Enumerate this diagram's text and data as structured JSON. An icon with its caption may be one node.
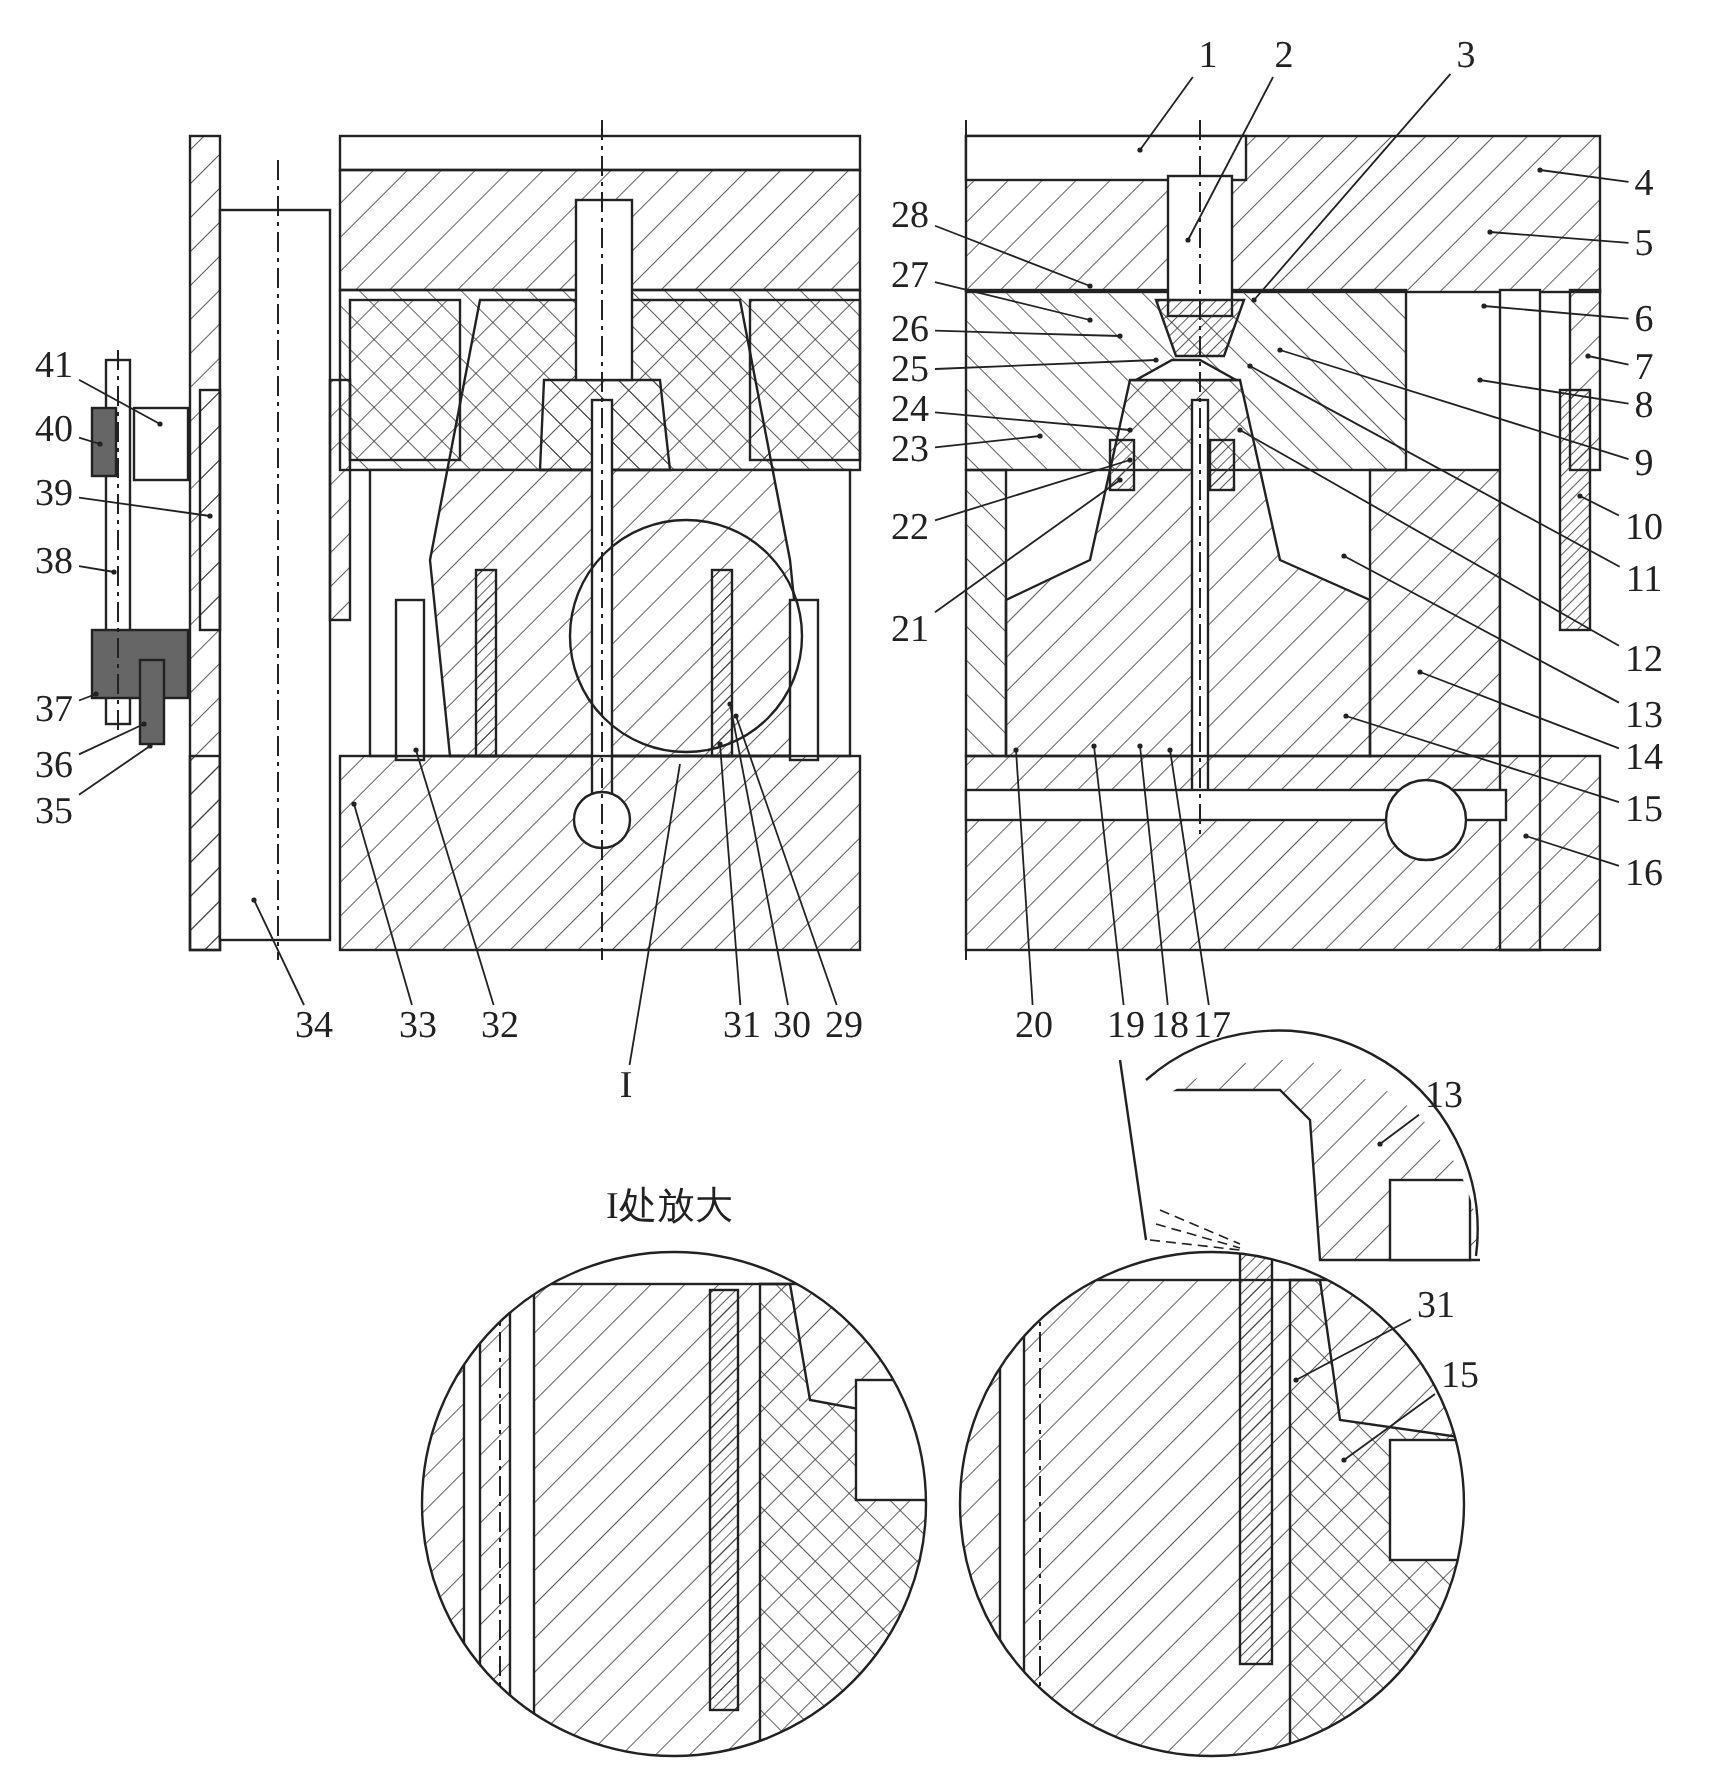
{
  "diagram": {
    "nodes": [
      {
        "text": [
          "1"
        ]
      },
      {
        "text": [
          "2"
        ]
      },
      {
        "text": [
          "3"
        ]
      },
      {
        "text": [
          "4"
        ]
      },
      {
        "text": [
          "5"
        ]
      },
      {
        "text": [
          "6"
        ]
      },
      {
        "text": [
          "7"
        ]
      },
      {
        "text": [
          "8"
        ]
      },
      {
        "text": [
          "9"
        ]
      },
      {
        "text": [
          "10"
        ]
      },
      {
        "text": [
          "11"
        ]
      },
      {
        "text": [
          "12"
        ]
      },
      {
        "text": [
          "13"
        ]
      },
      {
        "text": [
          "14"
        ]
      },
      {
        "text": [
          "15"
        ]
      },
      {
        "text": [
          "16"
        ]
      },
      {
        "text": [
          "17"
        ]
      },
      {
        "text": [
          "18"
        ]
      },
      {
        "text": [
          "19"
        ]
      },
      {
        "text": [
          "20"
        ]
      },
      {
        "text": [
          "21"
        ]
      },
      {
        "text": [
          "22"
        ]
      },
      {
        "text": [
          "23"
        ]
      },
      {
        "text": [
          "24"
        ]
      },
      {
        "text": [
          "25"
        ]
      },
      {
        "text": [
          "26"
        ]
      },
      {
        "text": [
          "27"
        ]
      },
      {
        "text": [
          "28"
        ]
      },
      {
        "text": [
          "29"
        ]
      },
      {
        "text": [
          "30"
        ]
      },
      {
        "text": [
          "31"
        ]
      },
      {
        "text": [
          "32"
        ]
      },
      {
        "text": [
          "33"
        ]
      },
      {
        "text": [
          "34"
        ]
      },
      {
        "text": [
          "35"
        ]
      },
      {
        "text": [
          "36"
        ]
      },
      {
        "text": [
          "37"
        ]
      },
      {
        "text": [
          "38"
        ]
      },
      {
        "text": [
          "39"
        ]
      },
      {
        "text": [
          "40"
        ]
      },
      {
        "text": [
          "41"
        ]
      },
      {
        "text": [
          "I"
        ]
      },
      {
        "text": [
          "13"
        ]
      },
      {
        "text": [
          "31"
        ]
      },
      {
        "text": [
          "15"
        ]
      }
    ],
    "edges": [
      {
        "from": 0,
        "to": null,
        "arrow": "other"
      },
      {
        "from": 1,
        "to": null,
        "arrow": "other"
      },
      {
        "from": 2,
        "to": null,
        "arrow": "other"
      },
      {
        "from": 3,
        "to": null,
        "arrow": "other"
      },
      {
        "from": 4,
        "to": null,
        "arrow": "other"
      },
      {
        "from": 5,
        "to": null,
        "arrow": "other"
      },
      {
        "from": 6,
        "to": null,
        "arrow": "other"
      },
      {
        "from": 7,
        "to": null,
        "arrow": "other"
      },
      {
        "from": 8,
        "to": null,
        "arrow": "other"
      },
      {
        "from": 9,
        "to": null,
        "arrow": "other"
      },
      {
        "from": 10,
        "to": null,
        "arrow": "other"
      },
      {
        "from": 11,
        "to": null,
        "arrow": "other"
      },
      {
        "from": 12,
        "to": null,
        "arrow": "other"
      },
      {
        "from": 13,
        "to": null,
        "arrow": "other"
      },
      {
        "from": 14,
        "to": null,
        "arrow": "other"
      },
      {
        "from": 15,
        "to": null,
        "arrow": "other"
      },
      {
        "from": 16,
        "to": null,
        "arrow": "other"
      },
      {
        "from": 17,
        "to": null,
        "arrow": "other"
      },
      {
        "from": 18,
        "to": null,
        "arrow": "other"
      },
      {
        "from": 19,
        "to": null,
        "arrow": "other"
      },
      {
        "from": 20,
        "to": null,
        "arrow": "other"
      },
      {
        "from": 21,
        "to": null,
        "arrow": "other"
      },
      {
        "from": 22,
        "to": null,
        "arrow": "other"
      },
      {
        "from": 23,
        "to": null,
        "arrow": "other"
      },
      {
        "from": 24,
        "to": null,
        "arrow": "other"
      },
      {
        "from": 25,
        "to": null,
        "arrow": "other"
      },
      {
        "from": 26,
        "to": null,
        "arrow": "other"
      },
      {
        "from": 27,
        "to": null,
        "arrow": "other"
      },
      {
        "from": 28,
        "to": null,
        "arrow": "other"
      },
      {
        "from": 29,
        "to": null,
        "arrow": "other"
      },
      {
        "from": 30,
        "to": null,
        "arrow": "other"
      },
      {
        "from": 31,
        "to": null,
        "arrow": "other"
      },
      {
        "from": 32,
        "to": null,
        "arrow": "other"
      },
      {
        "from": 33,
        "to": null,
        "arrow": "other"
      },
      {
        "from": 34,
        "to": null,
        "arrow": "other"
      },
      {
        "from": 35,
        "to": null,
        "arrow": "other"
      },
      {
        "from": 36,
        "to": null,
        "arrow": "other"
      },
      {
        "from": 37,
        "to": null,
        "arrow": "other"
      },
      {
        "from": 38,
        "to": null,
        "arrow": "other"
      },
      {
        "from": 39,
        "to": null,
        "arrow": "other"
      },
      {
        "from": 40,
        "to": null,
        "arrow": "other"
      },
      {
        "from": 41,
        "to": null,
        "arrow": "none"
      },
      {
        "from": 42,
        "to": null,
        "arrow": "other"
      },
      {
        "from": 43,
        "to": null,
        "arrow": "other"
      },
      {
        "from": 44,
        "to": null,
        "arrow": "other"
      }
    ],
    "labels": [
      "I处放大"
    ]
  }
}
